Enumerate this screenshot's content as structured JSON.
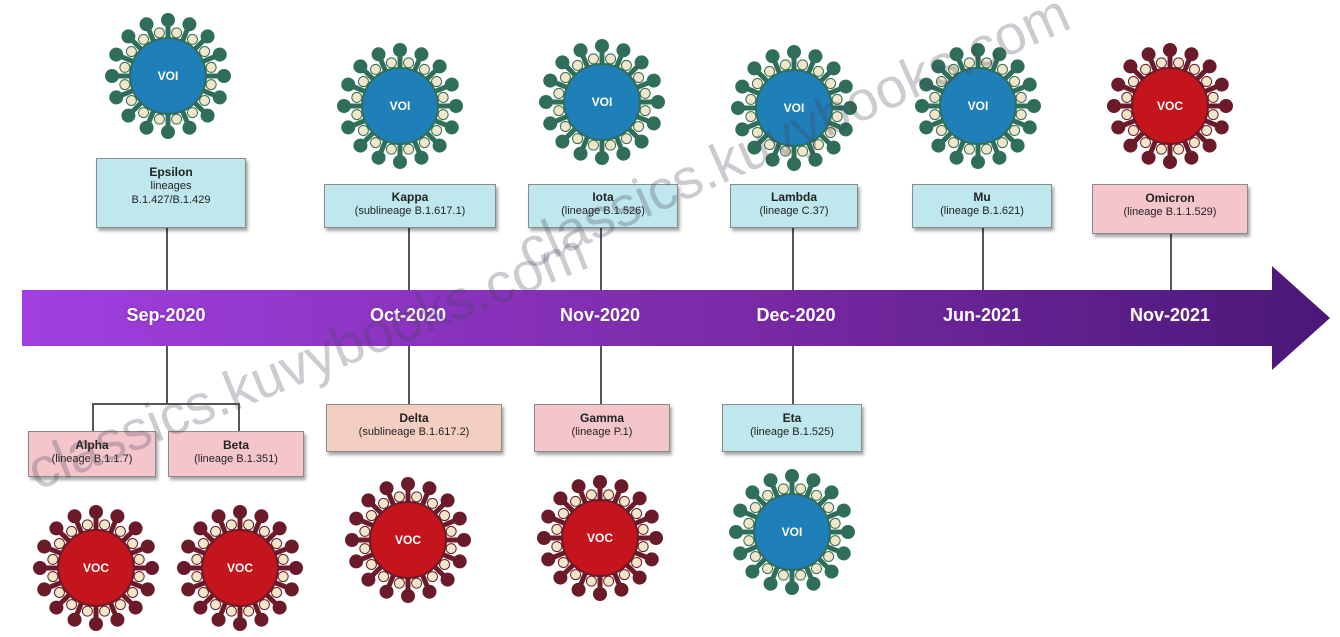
{
  "timeline": {
    "dates": [
      "Sep-2020",
      "Oct-2020",
      "Nov-2020",
      "Dec-2020",
      "Jun-2021",
      "Nov-2021"
    ],
    "arrow_colors": [
      "#a040e0",
      "#7a2aa6",
      "#4a1878"
    ]
  },
  "variants": {
    "epsilon": {
      "name": "Epsilon",
      "lineage": "lineages",
      "lineage2": "B.1.427/B.1.429"
    },
    "kappa": {
      "name": "Kappa",
      "lineage": "(sublineage B.1.617.1)"
    },
    "iota": {
      "name": "Iota",
      "lineage": "(lineage B.1.526)"
    },
    "lambda": {
      "name": "Lambda",
      "lineage": "(lineage C.37)"
    },
    "mu": {
      "name": "Mu",
      "lineage": "(lineage B.1.621)"
    },
    "omicron": {
      "name": "Omicron",
      "lineage": "(lineage B.1.1.529)"
    },
    "alpha": {
      "name": "Alpha",
      "lineage": "(lineage B.1.1.7)"
    },
    "beta": {
      "name": "Beta",
      "lineage": "(lineage B.1.351)"
    },
    "delta": {
      "name": "Delta",
      "lineage": "(sublineage B.1.617.2)"
    },
    "gamma": {
      "name": "Gamma",
      "lineage": "(lineage P.1)"
    },
    "eta": {
      "name": "Eta",
      "lineage": "(lineage B.1.525)"
    }
  },
  "virus_labels": {
    "voi": "VOI",
    "voc": "VOC"
  },
  "colors": {
    "voi_core": "#1f7fb8",
    "voi_spike": "#2f6e58",
    "voc_core": "#c4141c",
    "voc_spike": "#6b1a2a",
    "voi_box": "#bfe8ee",
    "voc_box": "#f4c6cc"
  },
  "watermark": {
    "text_a": "classics.kuvybooks.com",
    "text_b": "classics.kuvybooks.com"
  }
}
